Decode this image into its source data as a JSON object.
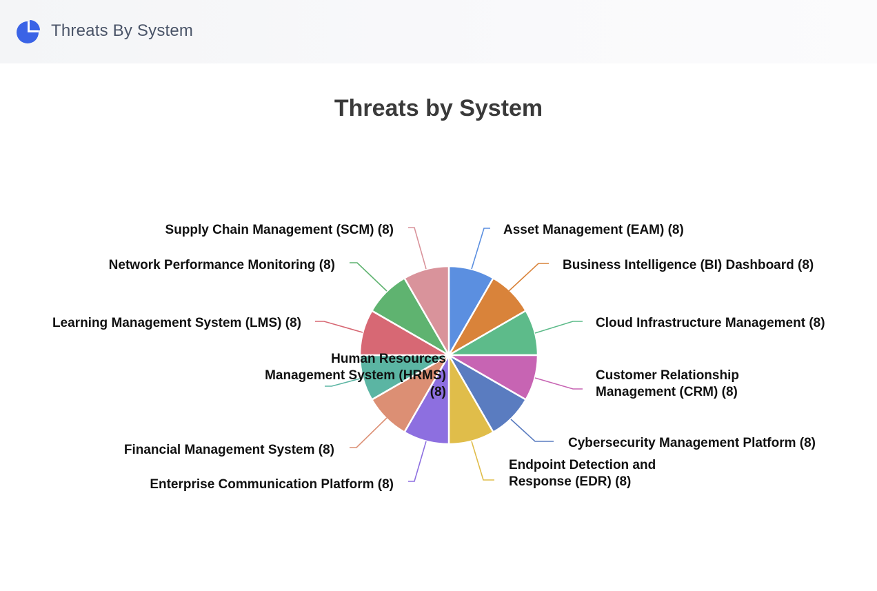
{
  "header": {
    "title": "Threats By System",
    "icon": "pie-chart-icon",
    "accent": "#3a63e6"
  },
  "chart_data": {
    "type": "pie",
    "title": "Threats by System",
    "slices": [
      {
        "label": "Asset Management (EAM)",
        "value": 8,
        "display": [
          "Asset Management (EAM) (8)"
        ],
        "color": "#5b8fe0"
      },
      {
        "label": "Business Intelligence (BI) Dashboard",
        "value": 8,
        "display": [
          "Business Intelligence (BI) Dashboard (8)"
        ],
        "color": "#d9833a"
      },
      {
        "label": "Cloud Infrastructure Management",
        "value": 8,
        "display": [
          "Cloud Infrastructure Management (8)"
        ],
        "color": "#5dbb8a"
      },
      {
        "label": "Customer Relationship Management (CRM)",
        "value": 8,
        "display": [
          "Customer Relationship",
          "Management (CRM) (8)"
        ],
        "color": "#c764b3"
      },
      {
        "label": "Cybersecurity Management Platform",
        "value": 8,
        "display": [
          "Cybersecurity Management Platform (8)"
        ],
        "color": "#5a7cc0"
      },
      {
        "label": "Endpoint Detection and Response (EDR)",
        "value": 8,
        "display": [
          "Endpoint Detection and",
          "Response (EDR) (8)"
        ],
        "color": "#e0bd4a"
      },
      {
        "label": "Enterprise Communication Platform",
        "value": 8,
        "display": [
          "Enterprise Communication Platform (8)"
        ],
        "color": "#8d6fe0"
      },
      {
        "label": "Financial Management System",
        "value": 8,
        "display": [
          "Financial Management System (8)"
        ],
        "color": "#dc8f74"
      },
      {
        "label": "Human Resources Management System (HRMS)",
        "value": 8,
        "display": [
          "Human Resources",
          "Management System (HRMS)",
          "(8)"
        ],
        "color": "#5bb5a3"
      },
      {
        "label": "Learning Management System (LMS)",
        "value": 8,
        "display": [
          "Learning Management System (LMS) (8)"
        ],
        "color": "#d76874"
      },
      {
        "label": "Network Performance Monitoring",
        "value": 8,
        "display": [
          "Network Performance Monitoring (8)"
        ],
        "color": "#5fb370"
      },
      {
        "label": "Supply Chain Management (SCM)",
        "value": 8,
        "display": [
          "Supply Chain Management (SCM) (8)"
        ],
        "color": "#d9939b"
      }
    ]
  }
}
